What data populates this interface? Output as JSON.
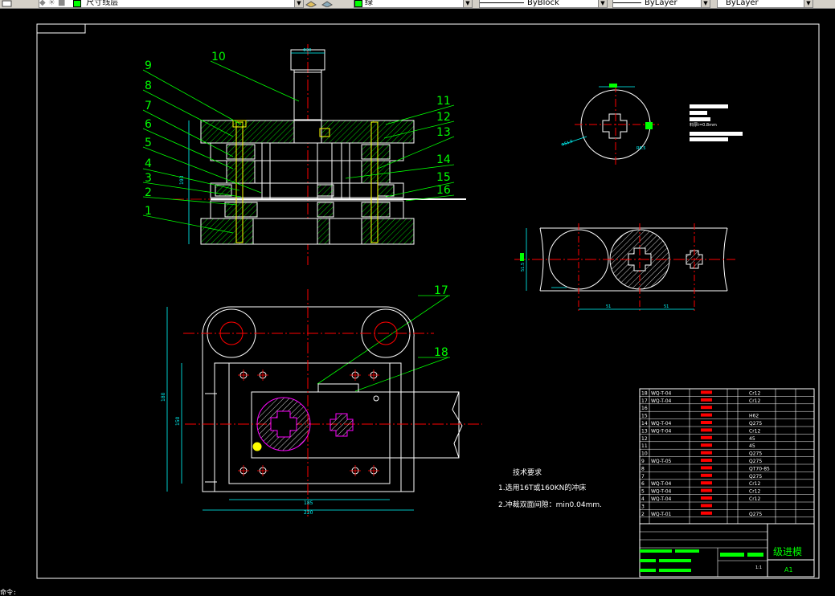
{
  "toolbar": {
    "layer_name": "尺寸线层",
    "color": "绿",
    "linetype": "ByBlock",
    "lineweight": "ByLayer",
    "plotstyle": "ByLayer"
  },
  "colors": {
    "background": "#000000",
    "green": "#00ff00",
    "red": "#ff0000",
    "cyan": "#00ffff",
    "yellow": "#ffff00",
    "magenta": "#ff00ff",
    "white": "#ffffff"
  },
  "drawing": {
    "part_numbers": [
      "1",
      "2",
      "3",
      "4",
      "5",
      "6",
      "7",
      "8",
      "9",
      "10",
      "11",
      "12",
      "13",
      "14",
      "15",
      "16",
      "17",
      "18"
    ],
    "dimensions": {
      "shank": "Φ30",
      "overall_height": "193",
      "plan_width": "220",
      "plan_inner_width": "185",
      "plan_height": "180",
      "plan_inner_height": "150",
      "strip_pitch_a": "51",
      "strip_pitch_b": "51",
      "strip_width": "51.5",
      "part_dia": "Φ51.5",
      "part_r": "R8.5"
    },
    "part_note": "料厚t=0.8mm",
    "tech_title": "技术要求",
    "tech_lines": [
      "1.选用16T或160KN的冲床",
      "2.冲裁双面间隙：min0.04mm."
    ],
    "title_block": {
      "name": "级进模",
      "size": "A1",
      "scale": "1:1"
    },
    "bom_rows": [
      {
        "no": "18",
        "code": "WQ-T-04",
        "mat": "Cr12"
      },
      {
        "no": "17",
        "code": "WQ-T-04",
        "mat": "Cr12"
      },
      {
        "no": "16",
        "code": "",
        "mat": ""
      },
      {
        "no": "15",
        "code": "",
        "mat": "H62"
      },
      {
        "no": "14",
        "code": "WQ-T-04",
        "mat": "Q275"
      },
      {
        "no": "13",
        "code": "WQ-T-04",
        "mat": "Cr12"
      },
      {
        "no": "12",
        "code": "",
        "mat": "45"
      },
      {
        "no": "11",
        "code": "",
        "mat": "45"
      },
      {
        "no": "10",
        "code": "",
        "mat": "Q275"
      },
      {
        "no": "9",
        "code": "WQ-T-05",
        "mat": "Q275"
      },
      {
        "no": "8",
        "code": "",
        "mat": "QT70-85"
      },
      {
        "no": "7",
        "code": "",
        "mat": "Q275"
      },
      {
        "no": "6",
        "code": "WQ-T-04",
        "mat": "Cr12"
      },
      {
        "no": "5",
        "code": "WQ-T-04",
        "mat": "Cr12"
      },
      {
        "no": "4",
        "code": "WQ-T-04",
        "mat": "Cr12"
      },
      {
        "no": "3",
        "code": "",
        "mat": ""
      },
      {
        "no": "2",
        "code": "WQ-T-01",
        "mat": "Q275"
      }
    ]
  },
  "status": {
    "prompt": "命令:"
  }
}
